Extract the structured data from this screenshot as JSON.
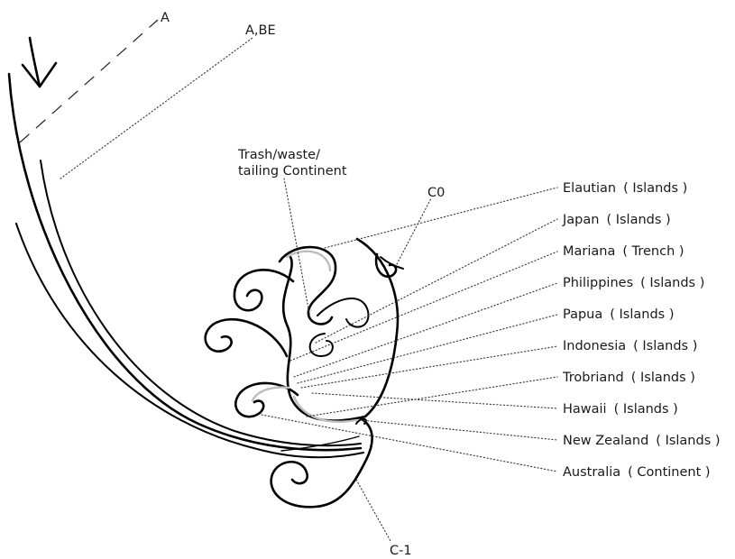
{
  "labels": {
    "a": "A",
    "abe": "A,BE",
    "trash_line1": "Trash/waste/",
    "trash_line2": "tailing Continent",
    "c0": "C0",
    "cm1": "C-1"
  },
  "regions": [
    {
      "name": "Elautian",
      "type": "( Islands )"
    },
    {
      "name": "Japan",
      "type": "( Islands )"
    },
    {
      "name": "Mariana",
      "type": "( Trench )"
    },
    {
      "name": "Philippines",
      "type": "( Islands )"
    },
    {
      "name": "Papua",
      "type": "( Islands )"
    },
    {
      "name": "Indonesia",
      "type": "( Islands )"
    },
    {
      "name": "Trobriand",
      "type": "( Islands )"
    },
    {
      "name": "Hawaii",
      "type": "( Islands )"
    },
    {
      "name": "New Zealand",
      "type": "( Islands )"
    },
    {
      "name": "Australia",
      "type": "( Continent )"
    }
  ]
}
